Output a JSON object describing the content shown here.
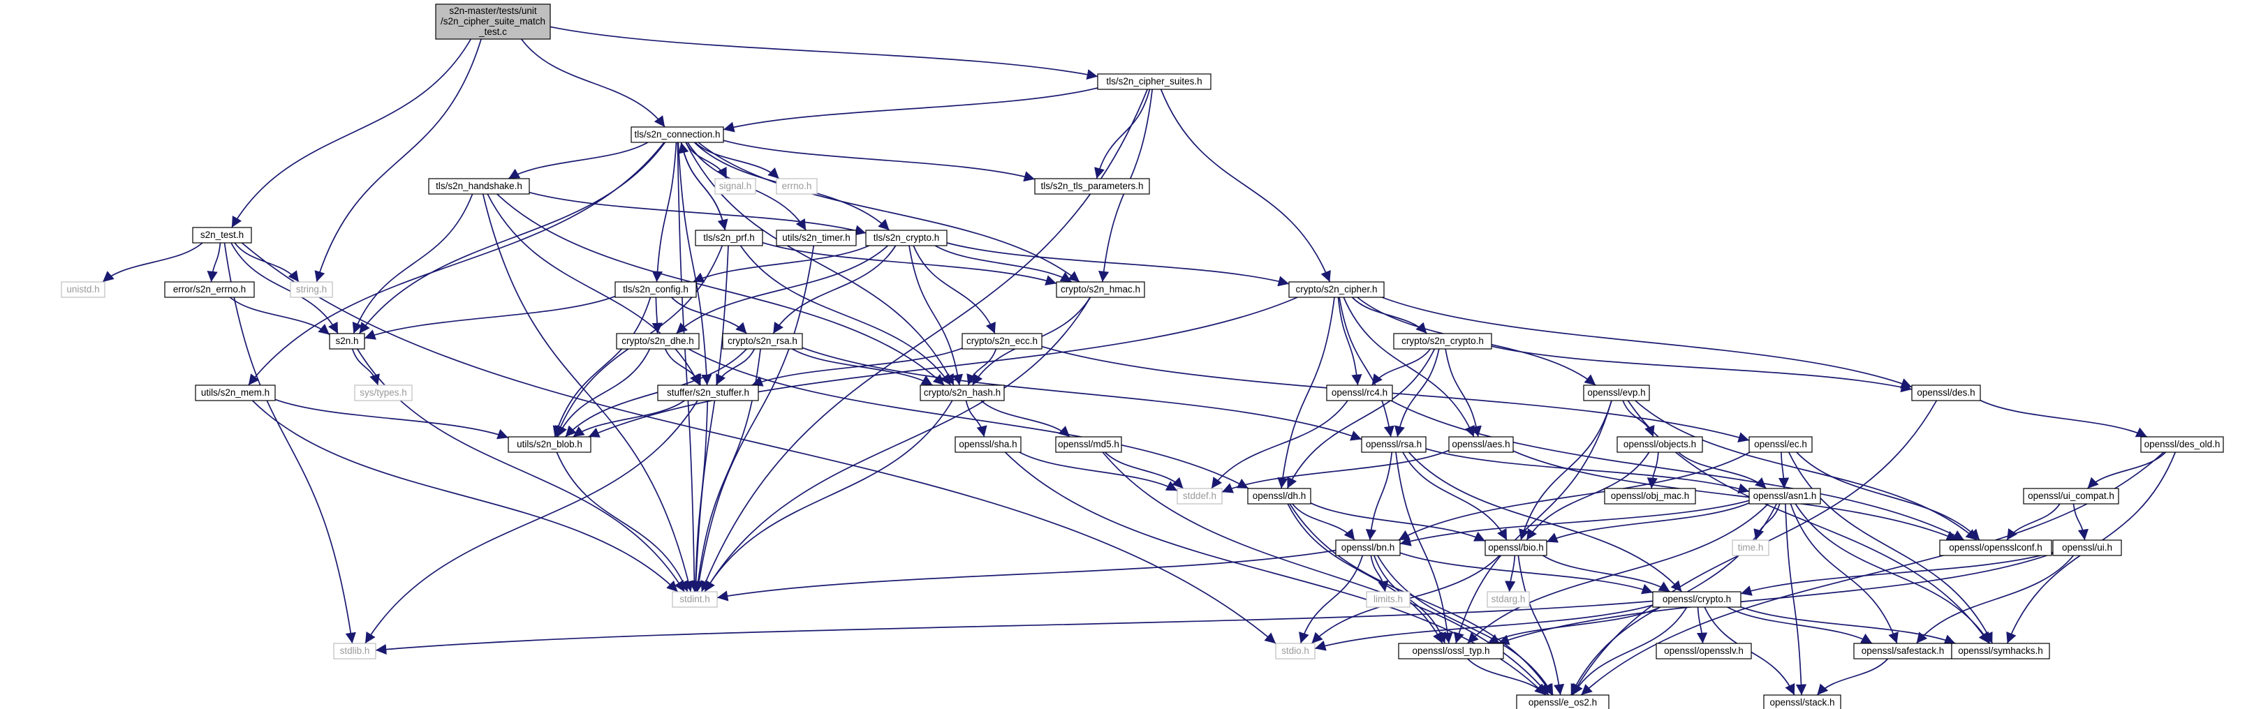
{
  "graph": {
    "title": "",
    "edge_color": "#191970",
    "node_border": "#000000",
    "system_header_border": "#bfbfbf",
    "system_header_text": "#9a9a9a",
    "root_fill": "#bfbfbf",
    "nodes": [
      {
        "id": "root",
        "lines": [
          "s2n-master/tests/unit",
          "/s2n_cipher_suite_match",
          "_test.c"
        ],
        "kind": "root"
      },
      {
        "id": "tls_suites",
        "lines": [
          "tls/s2n_cipher_suites.h"
        ],
        "kind": "header"
      },
      {
        "id": "tls_conn",
        "lines": [
          "tls/s2n_connection.h"
        ],
        "kind": "header"
      },
      {
        "id": "s2n_test",
        "lines": [
          "s2n_test.h"
        ],
        "kind": "header"
      },
      {
        "id": "tls_hs",
        "lines": [
          "tls/s2n_handshake.h"
        ],
        "kind": "header"
      },
      {
        "id": "signal",
        "lines": [
          "signal.h"
        ],
        "kind": "system"
      },
      {
        "id": "errno",
        "lines": [
          "errno.h"
        ],
        "kind": "system"
      },
      {
        "id": "tls_params",
        "lines": [
          "tls/s2n_tls_parameters.h"
        ],
        "kind": "header"
      },
      {
        "id": "tls_prf",
        "lines": [
          "tls/s2n_prf.h"
        ],
        "kind": "header"
      },
      {
        "id": "utils_timer",
        "lines": [
          "utils/s2n_timer.h"
        ],
        "kind": "header"
      },
      {
        "id": "tls_crypto",
        "lines": [
          "tls/s2n_crypto.h"
        ],
        "kind": "header"
      },
      {
        "id": "unistd",
        "lines": [
          "unistd.h"
        ],
        "kind": "system"
      },
      {
        "id": "string",
        "lines": [
          "string.h"
        ],
        "kind": "system"
      },
      {
        "id": "err_errno",
        "lines": [
          "error/s2n_errno.h"
        ],
        "kind": "header"
      },
      {
        "id": "tls_config",
        "lines": [
          "tls/s2n_config.h"
        ],
        "kind": "header"
      },
      {
        "id": "crypto_hmac",
        "lines": [
          "crypto/s2n_hmac.h"
        ],
        "kind": "header"
      },
      {
        "id": "crypto_cipher",
        "lines": [
          "crypto/s2n_cipher.h"
        ],
        "kind": "header"
      },
      {
        "id": "s2n_h",
        "lines": [
          "s2n.h"
        ],
        "kind": "header"
      },
      {
        "id": "crypto_dhe",
        "lines": [
          "crypto/s2n_dhe.h"
        ],
        "kind": "header"
      },
      {
        "id": "crypto_rsa",
        "lines": [
          "crypto/s2n_rsa.h"
        ],
        "kind": "header"
      },
      {
        "id": "crypto_ecc",
        "lines": [
          "crypto/s2n_ecc.h"
        ],
        "kind": "header"
      },
      {
        "id": "crypto_crypto",
        "lines": [
          "crypto/s2n_crypto.h"
        ],
        "kind": "header"
      },
      {
        "id": "sys_types",
        "lines": [
          "sys/types.h"
        ],
        "kind": "system"
      },
      {
        "id": "utils_mem",
        "lines": [
          "utils/s2n_mem.h"
        ],
        "kind": "header"
      },
      {
        "id": "stuffer",
        "lines": [
          "stuffer/s2n_stuffer.h"
        ],
        "kind": "header"
      },
      {
        "id": "crypto_hash",
        "lines": [
          "crypto/s2n_hash.h"
        ],
        "kind": "header"
      },
      {
        "id": "ossl_rc4",
        "lines": [
          "openssl/rc4.h"
        ],
        "kind": "header"
      },
      {
        "id": "ossl_evp",
        "lines": [
          "openssl/evp.h"
        ],
        "kind": "header"
      },
      {
        "id": "ossl_des",
        "lines": [
          "openssl/des.h"
        ],
        "kind": "header"
      },
      {
        "id": "utils_blob",
        "lines": [
          "utils/s2n_blob.h"
        ],
        "kind": "header"
      },
      {
        "id": "ossl_sha",
        "lines": [
          "openssl/sha.h"
        ],
        "kind": "header"
      },
      {
        "id": "ossl_md5",
        "lines": [
          "openssl/md5.h"
        ],
        "kind": "header"
      },
      {
        "id": "ossl_rsa",
        "lines": [
          "openssl/rsa.h"
        ],
        "kind": "header"
      },
      {
        "id": "ossl_aes",
        "lines": [
          "openssl/aes.h"
        ],
        "kind": "header"
      },
      {
        "id": "ossl_objects",
        "lines": [
          "openssl/objects.h"
        ],
        "kind": "header"
      },
      {
        "id": "ossl_ec",
        "lines": [
          "openssl/ec.h"
        ],
        "kind": "header"
      },
      {
        "id": "ossl_des_old",
        "lines": [
          "openssl/des_old.h"
        ],
        "kind": "header"
      },
      {
        "id": "stddef",
        "lines": [
          "stddef.h"
        ],
        "kind": "system"
      },
      {
        "id": "ossl_dh",
        "lines": [
          "openssl/dh.h"
        ],
        "kind": "header"
      },
      {
        "id": "ossl_objmac",
        "lines": [
          "openssl/obj_mac.h"
        ],
        "kind": "header"
      },
      {
        "id": "ossl_asn1",
        "lines": [
          "openssl/asn1.h"
        ],
        "kind": "header"
      },
      {
        "id": "ossl_uicompat",
        "lines": [
          "openssl/ui_compat.h"
        ],
        "kind": "header"
      },
      {
        "id": "ossl_bn",
        "lines": [
          "openssl/bn.h"
        ],
        "kind": "header"
      },
      {
        "id": "ossl_bio",
        "lines": [
          "openssl/bio.h"
        ],
        "kind": "header"
      },
      {
        "id": "time",
        "lines": [
          "time.h"
        ],
        "kind": "system"
      },
      {
        "id": "ossl_conf",
        "lines": [
          "openssl/opensslconf.h"
        ],
        "kind": "header"
      },
      {
        "id": "ossl_ui",
        "lines": [
          "openssl/ui.h"
        ],
        "kind": "header"
      },
      {
        "id": "limits",
        "lines": [
          "limits.h"
        ],
        "kind": "system"
      },
      {
        "id": "stdarg",
        "lines": [
          "stdarg.h"
        ],
        "kind": "system"
      },
      {
        "id": "stdint",
        "lines": [
          "stdint.h"
        ],
        "kind": "system"
      },
      {
        "id": "ossl_crypto",
        "lines": [
          "openssl/crypto.h"
        ],
        "kind": "header"
      },
      {
        "id": "stdlib",
        "lines": [
          "stdlib.h"
        ],
        "kind": "system"
      },
      {
        "id": "stdio",
        "lines": [
          "stdio.h"
        ],
        "kind": "system"
      },
      {
        "id": "ossl_types",
        "lines": [
          "openssl/ossl_typ.h"
        ],
        "kind": "header"
      },
      {
        "id": "ossl_opensslv",
        "lines": [
          "openssl/opensslv.h"
        ],
        "kind": "header"
      },
      {
        "id": "ossl_safestack",
        "lines": [
          "openssl/safestack.h"
        ],
        "kind": "header"
      },
      {
        "id": "ossl_symhacks",
        "lines": [
          "openssl/symhacks.h"
        ],
        "kind": "header"
      },
      {
        "id": "ossl_e_os2",
        "lines": [
          "openssl/e_os2.h"
        ],
        "kind": "header"
      },
      {
        "id": "ossl_stack",
        "lines": [
          "openssl/stack.h"
        ],
        "kind": "header"
      }
    ],
    "edges": [
      [
        "root",
        "tls_suites"
      ],
      [
        "root",
        "tls_conn"
      ],
      [
        "root",
        "s2n_test"
      ],
      [
        "root",
        "string"
      ],
      [
        "tls_suites",
        "tls_conn"
      ],
      [
        "tls_suites",
        "tls_params"
      ],
      [
        "tls_suites",
        "crypto_hmac"
      ],
      [
        "tls_suites",
        "crypto_cipher"
      ],
      [
        "tls_suites",
        "stdint"
      ],
      [
        "tls_conn",
        "tls_hs"
      ],
      [
        "tls_conn",
        "signal"
      ],
      [
        "tls_conn",
        "errno"
      ],
      [
        "tls_conn",
        "tls_params"
      ],
      [
        "tls_conn",
        "tls_prf"
      ],
      [
        "tls_conn",
        "utils_timer"
      ],
      [
        "tls_conn",
        "tls_crypto"
      ],
      [
        "tls_conn",
        "tls_config"
      ],
      [
        "tls_conn",
        "crypto_hmac"
      ],
      [
        "tls_conn",
        "crypto_hash"
      ],
      [
        "tls_conn",
        "s2n_h"
      ],
      [
        "tls_conn",
        "utils_mem"
      ],
      [
        "tls_conn",
        "stuffer"
      ],
      [
        "tls_conn",
        "stdint"
      ],
      [
        "s2n_test",
        "unistd"
      ],
      [
        "s2n_test",
        "string"
      ],
      [
        "s2n_test",
        "err_errno"
      ],
      [
        "s2n_test",
        "stdlib"
      ],
      [
        "s2n_test",
        "stdio"
      ],
      [
        "s2n_test",
        "s2n_h"
      ],
      [
        "tls_hs",
        "tls_crypto"
      ],
      [
        "tls_hs",
        "crypto_hash"
      ],
      [
        "tls_hs",
        "stuffer"
      ],
      [
        "tls_hs",
        "s2n_h"
      ],
      [
        "tls_hs",
        "stdint"
      ],
      [
        "tls_prf",
        "tls_conn"
      ],
      [
        "tls_prf",
        "crypto_hmac"
      ],
      [
        "tls_prf",
        "crypto_hash"
      ],
      [
        "tls_prf",
        "utils_blob"
      ],
      [
        "tls_prf",
        "stdint"
      ],
      [
        "utils_timer",
        "stdint"
      ],
      [
        "tls_crypto",
        "crypto_cipher"
      ],
      [
        "tls_crypto",
        "crypto_hmac"
      ],
      [
        "tls_crypto",
        "crypto_hash"
      ],
      [
        "tls_crypto",
        "crypto_rsa"
      ],
      [
        "tls_crypto",
        "crypto_dhe"
      ],
      [
        "tls_crypto",
        "crypto_ecc"
      ],
      [
        "tls_crypto",
        "tls_config"
      ],
      [
        "err_errno",
        "s2n_h"
      ],
      [
        "tls_config",
        "s2n_h"
      ],
      [
        "tls_config",
        "crypto_dhe"
      ],
      [
        "tls_config",
        "crypto_rsa"
      ],
      [
        "tls_config",
        "utils_blob"
      ],
      [
        "crypto_hmac",
        "crypto_hash"
      ],
      [
        "crypto_hmac",
        "stdint"
      ],
      [
        "crypto_cipher",
        "crypto_crypto"
      ],
      [
        "crypto_cipher",
        "ossl_rc4"
      ],
      [
        "crypto_cipher",
        "ossl_evp"
      ],
      [
        "crypto_cipher",
        "ossl_des"
      ],
      [
        "crypto_cipher",
        "ossl_aes"
      ],
      [
        "crypto_cipher",
        "ossl_rsa"
      ],
      [
        "crypto_cipher",
        "ossl_dh"
      ],
      [
        "crypto_cipher",
        "utils_blob"
      ],
      [
        "s2n_h",
        "sys_types"
      ],
      [
        "s2n_h",
        "stdint"
      ],
      [
        "crypto_dhe",
        "stuffer"
      ],
      [
        "crypto_dhe",
        "utils_blob"
      ],
      [
        "crypto_dhe",
        "ossl_dh"
      ],
      [
        "crypto_rsa",
        "stuffer"
      ],
      [
        "crypto_rsa",
        "crypto_hash"
      ],
      [
        "crypto_rsa",
        "utils_blob"
      ],
      [
        "crypto_rsa",
        "ossl_rsa"
      ],
      [
        "crypto_rsa",
        "stdint"
      ],
      [
        "crypto_ecc",
        "stuffer"
      ],
      [
        "crypto_ecc",
        "crypto_hash"
      ],
      [
        "crypto_ecc",
        "ossl_ec"
      ],
      [
        "crypto_crypto",
        "ossl_aes"
      ],
      [
        "crypto_crypto",
        "ossl_rc4"
      ],
      [
        "crypto_crypto",
        "ossl_des"
      ],
      [
        "crypto_crypto",
        "ossl_rsa"
      ],
      [
        "crypto_crypto",
        "ossl_dh"
      ],
      [
        "utils_mem",
        "utils_blob"
      ],
      [
        "utils_mem",
        "stdint"
      ],
      [
        "stuffer",
        "utils_blob"
      ],
      [
        "stuffer",
        "stdint"
      ],
      [
        "stuffer",
        "stdlib"
      ],
      [
        "crypto_hash",
        "ossl_sha"
      ],
      [
        "crypto_hash",
        "ossl_md5"
      ],
      [
        "crypto_hash",
        "stdint"
      ],
      [
        "ossl_rc4",
        "ossl_conf"
      ],
      [
        "ossl_rc4",
        "stddef"
      ],
      [
        "ossl_evp",
        "ossl_objects"
      ],
      [
        "ossl_evp",
        "ossl_bio"
      ],
      [
        "ossl_evp",
        "ossl_types"
      ],
      [
        "ossl_evp",
        "ossl_conf"
      ],
      [
        "ossl_evp",
        "ossl_symhacks"
      ],
      [
        "ossl_des",
        "ossl_des_old"
      ],
      [
        "ossl_des",
        "ossl_e_os2"
      ],
      [
        "utils_blob",
        "stdint"
      ],
      [
        "ossl_sha",
        "stddef"
      ],
      [
        "ossl_sha",
        "ossl_e_os2"
      ],
      [
        "ossl_md5",
        "stddef"
      ],
      [
        "ossl_md5",
        "ossl_e_os2"
      ],
      [
        "ossl_rsa",
        "ossl_asn1"
      ],
      [
        "ossl_rsa",
        "ossl_bio"
      ],
      [
        "ossl_rsa",
        "ossl_crypto"
      ],
      [
        "ossl_rsa",
        "ossl_types"
      ],
      [
        "ossl_rsa",
        "ossl_bn"
      ],
      [
        "ossl_aes",
        "ossl_conf"
      ],
      [
        "ossl_aes",
        "stddef"
      ],
      [
        "ossl_objects",
        "ossl_objmac"
      ],
      [
        "ossl_objects",
        "ossl_asn1"
      ],
      [
        "ossl_objects",
        "ossl_bio"
      ],
      [
        "ossl_ec",
        "ossl_asn1"
      ],
      [
        "ossl_ec",
        "ossl_symhacks"
      ],
      [
        "ossl_ec",
        "ossl_conf"
      ],
      [
        "ossl_ec",
        "ossl_bn"
      ],
      [
        "ossl_des_old",
        "ossl_uicompat"
      ],
      [
        "ossl_des_old",
        "ossl_e_os2"
      ],
      [
        "ossl_des_old",
        "ossl_symhacks"
      ],
      [
        "ossl_dh",
        "ossl_bio"
      ],
      [
        "ossl_dh",
        "ossl_bn"
      ],
      [
        "ossl_dh",
        "ossl_types"
      ],
      [
        "ossl_dh",
        "ossl_e_os2"
      ],
      [
        "ossl_asn1",
        "time"
      ],
      [
        "ossl_asn1",
        "ossl_e_os2"
      ],
      [
        "ossl_asn1",
        "ossl_bio"
      ],
      [
        "ossl_asn1",
        "ossl_stack"
      ],
      [
        "ossl_asn1",
        "ossl_safestack"
      ],
      [
        "ossl_asn1",
        "ossl_symhacks"
      ],
      [
        "ossl_asn1",
        "ossl_types"
      ],
      [
        "ossl_asn1",
        "ossl_bn"
      ],
      [
        "ossl_uicompat",
        "ossl_conf"
      ],
      [
        "ossl_uicompat",
        "ossl_ui"
      ],
      [
        "ossl_bn",
        "limits"
      ],
      [
        "ossl_bn",
        "ossl_e_os2"
      ],
      [
        "ossl_bn",
        "stdio"
      ],
      [
        "ossl_bn",
        "ossl_types"
      ],
      [
        "ossl_bn",
        "ossl_crypto"
      ],
      [
        "ossl_bn",
        "stdint"
      ],
      [
        "ossl_bio",
        "ossl_e_os2"
      ],
      [
        "ossl_bio",
        "stdio"
      ],
      [
        "ossl_bio",
        "stdarg"
      ],
      [
        "ossl_bio",
        "ossl_crypto"
      ],
      [
        "ossl_ui",
        "ossl_crypto"
      ],
      [
        "ossl_ui",
        "ossl_safestack"
      ],
      [
        "ossl_ui",
        "ossl_types"
      ],
      [
        "ossl_crypto",
        "stdlib"
      ],
      [
        "ossl_crypto",
        "ossl_e_os2"
      ],
      [
        "ossl_crypto",
        "stdio"
      ],
      [
        "ossl_crypto",
        "ossl_stack"
      ],
      [
        "ossl_crypto",
        "ossl_safestack"
      ],
      [
        "ossl_crypto",
        "ossl_opensslv"
      ],
      [
        "ossl_crypto",
        "ossl_types"
      ],
      [
        "ossl_crypto",
        "ossl_symhacks"
      ],
      [
        "ossl_types",
        "ossl_e_os2"
      ],
      [
        "ossl_safestack",
        "ossl_stack"
      ]
    ]
  }
}
